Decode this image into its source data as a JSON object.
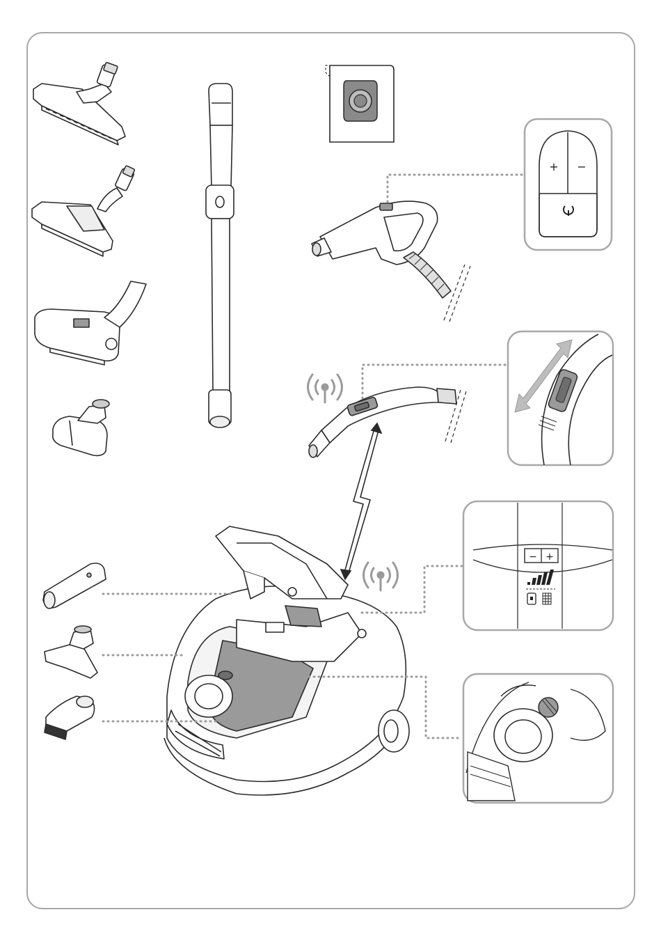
{
  "figure": {
    "colors": {
      "frame": "#a8a8a8",
      "stroke": "#2a2a2a",
      "shade": "#9a9a9a",
      "shade_dark": "#6e6e6e",
      "dots": "#9c9c9c"
    },
    "parts": [
      {
        "id": "parquet-nozzle",
        "icon": "floor-nozzle-flat-icon"
      },
      {
        "id": "combination-nozzle",
        "icon": "floor-nozzle-combi-icon"
      },
      {
        "id": "turbo-nozzle",
        "icon": "turbo-nozzle-icon"
      },
      {
        "id": "mini-turbo-nozzle",
        "icon": "mini-turbo-icon"
      },
      {
        "id": "telescopic-tube",
        "icon": "telescopic-tube-icon"
      },
      {
        "id": "dust-bag",
        "icon": "dust-bag-icon"
      },
      {
        "id": "handle-with-controls",
        "icon": "hose-handle-icon"
      },
      {
        "id": "wireless-handle",
        "icon": "wireless-handle-icon"
      },
      {
        "id": "crevice-tool",
        "icon": "crevice-tool-icon"
      },
      {
        "id": "upholstery-nozzle",
        "icon": "upholstery-nozzle-icon"
      },
      {
        "id": "dusting-brush",
        "icon": "dusting-brush-icon"
      },
      {
        "id": "vacuum-cleaner-body",
        "icon": "vacuum-cleaner-icon"
      }
    ],
    "handle_panel": {
      "plus": "+",
      "minus": "−",
      "power_icon": "power-icon"
    },
    "body_panel": {
      "minus": "−",
      "plus": "+"
    }
  }
}
